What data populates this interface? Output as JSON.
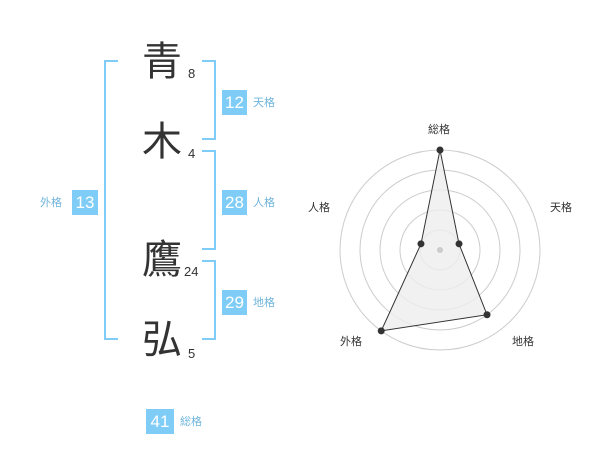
{
  "name": {
    "chars": [
      {
        "kanji": "青",
        "strokes": "8"
      },
      {
        "kanji": "木",
        "strokes": "4"
      },
      {
        "kanji": "鷹",
        "strokes": "24"
      },
      {
        "kanji": "弘",
        "strokes": "5"
      }
    ]
  },
  "fortunes": {
    "tenkaku": {
      "value": "12",
      "label": "天格"
    },
    "jinkaku": {
      "value": "28",
      "label": "人格"
    },
    "chikaku": {
      "value": "29",
      "label": "地格"
    },
    "gaikaku": {
      "value": "13",
      "label": "外格"
    },
    "soukaku": {
      "value": "41",
      "label": "総格"
    }
  },
  "colors": {
    "accent": "#7fcdf7",
    "label_text": "#6fb4dc",
    "radar_fill": "#eeeeee",
    "radar_ring": "#cccccc"
  },
  "chart_data": {
    "type": "radar",
    "axes": [
      "総格",
      "天格",
      "地格",
      "外格",
      "人格"
    ],
    "max": 5,
    "values": [
      5,
      1,
      4,
      5,
      1
    ],
    "rings": 5
  }
}
